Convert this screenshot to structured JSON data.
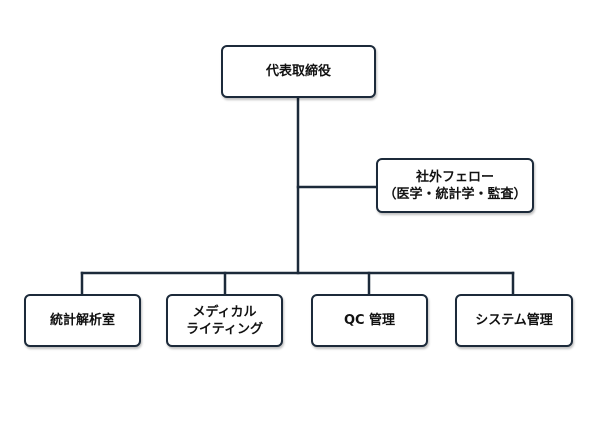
{
  "chart": {
    "ceo": "代表取締役",
    "fellow": {
      "line1": "社外フェロー",
      "line2": "（医学・統計学・監査）"
    },
    "departments": {
      "stat": "統計解析室",
      "medical": {
        "line1": "メディカル",
        "line2": "ライティング"
      },
      "qc": "QC 管理",
      "system": "システム管理"
    }
  },
  "colors": {
    "line": "#1c2a3a",
    "box_border": "#1c2a3a",
    "text": "#111111",
    "background": "#ffffff"
  }
}
